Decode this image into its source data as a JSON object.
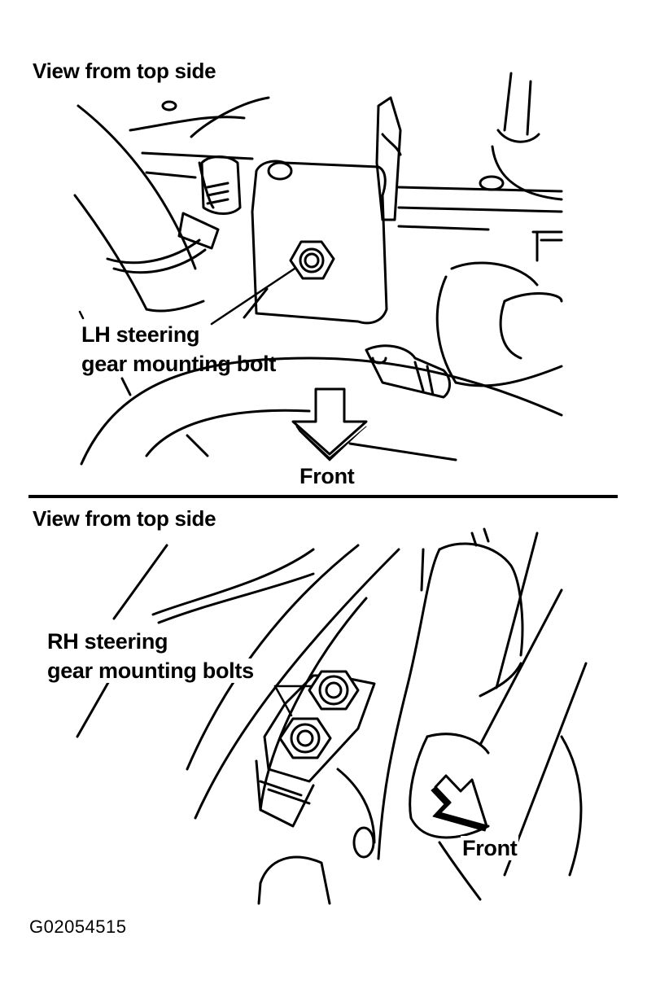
{
  "top_panel": {
    "title": "View from top side",
    "callout_line1": "LH steering",
    "callout_line2": "gear mounting bolt",
    "arrow_label": "Front"
  },
  "bottom_panel": {
    "title": "View from top side",
    "callout_line1": "RH steering",
    "callout_line2": "gear mounting bolts",
    "arrow_label": "Front"
  },
  "figure_id": "G02054515",
  "colors": {
    "ink": "#000000",
    "paper": "#ffffff"
  }
}
